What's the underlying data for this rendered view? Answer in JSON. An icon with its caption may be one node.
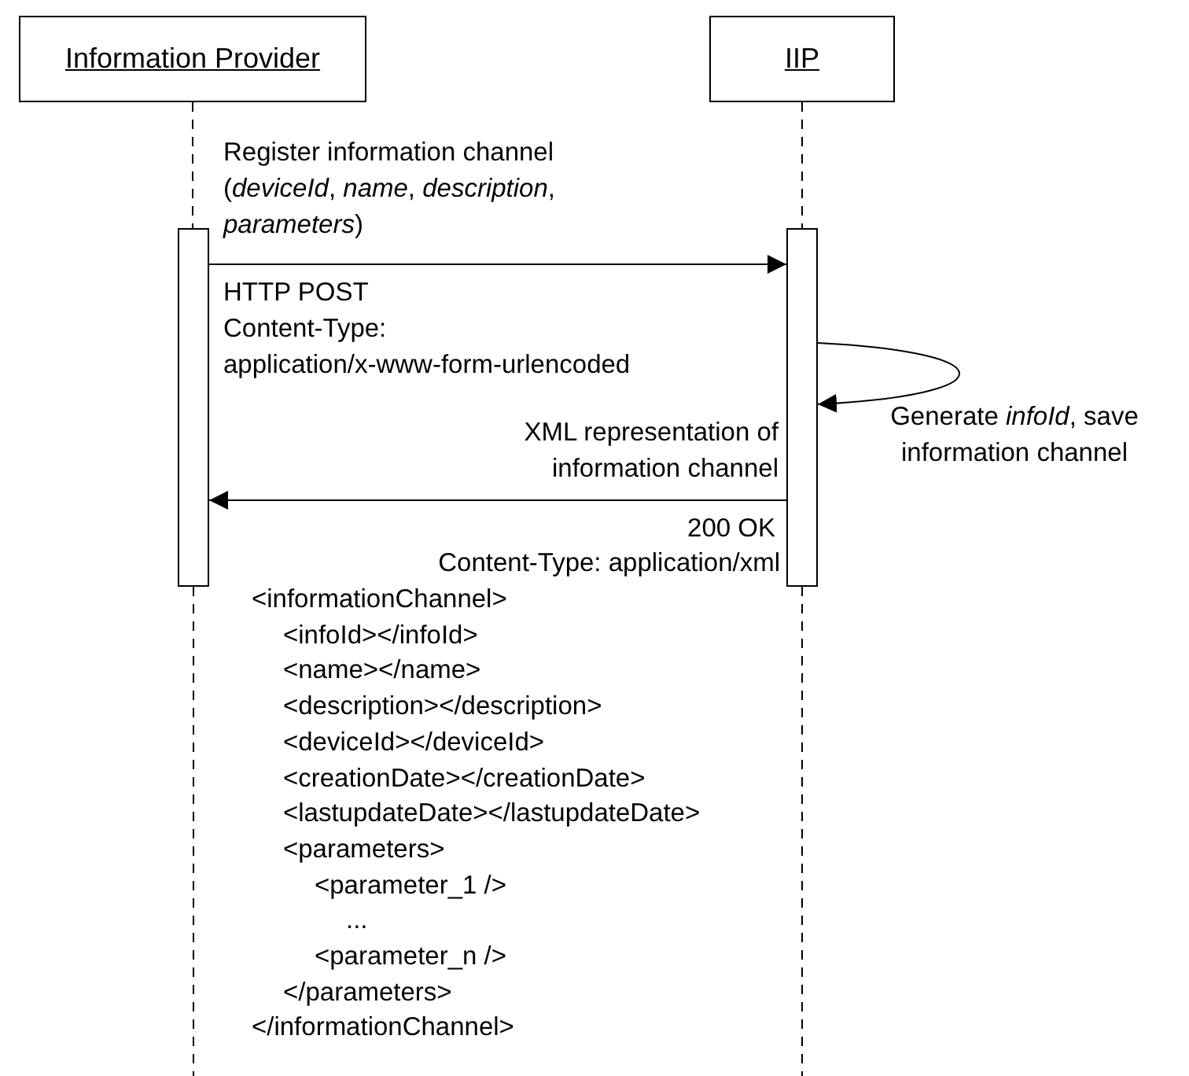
{
  "diagram": {
    "nodes": [
      {
        "text": [
          "Information Provider"
        ]
      },
      {
        "text": [
          "IIP"
        ]
      },
      {
        "text": [],
        "shape": "bar"
      },
      {
        "text": [],
        "shape": "bar"
      }
    ],
    "edges": [
      {
        "from": 0,
        "to": 2,
        "arrow": "none",
        "style": "dashed"
      },
      {
        "from": 1,
        "to": 3,
        "arrow": "none",
        "style": "dashed"
      },
      {
        "from": 2,
        "to": null,
        "arrow": "none",
        "style": "dashed"
      },
      {
        "from": 3,
        "to": null,
        "arrow": "none",
        "style": "dashed"
      },
      {
        "from": 2,
        "to": 3,
        "arrow": "to",
        "label": "Register information channel (*deviceId*, *name*, *description*, *parameters*)"
      },
      {
        "from": 3,
        "to": 3,
        "arrow": "to",
        "label": "Generate *infoId*, save information channel"
      },
      {
        "from": 3,
        "to": 2,
        "arrow": "to",
        "label": "XML representation of information channel"
      }
    ],
    "labels": [
      "HTTP POST",
      "Content-Type:",
      "application/x-www-form-urlencoded",
      "200 OK",
      "Content-Type: application/xml",
      "<informationChannel>",
      "<infoId></infoId>",
      "<name></name>",
      "<description></description>",
      "<deviceId></deviceId>",
      "<creationDate></creationDate>",
      "<lastupdateDate></lastupdateDate>",
      "<parameters>",
      "<parameter_1 />",
      "...",
      "<parameter_n />",
      "</parameters>",
      "</informationChannel>"
    ]
  }
}
